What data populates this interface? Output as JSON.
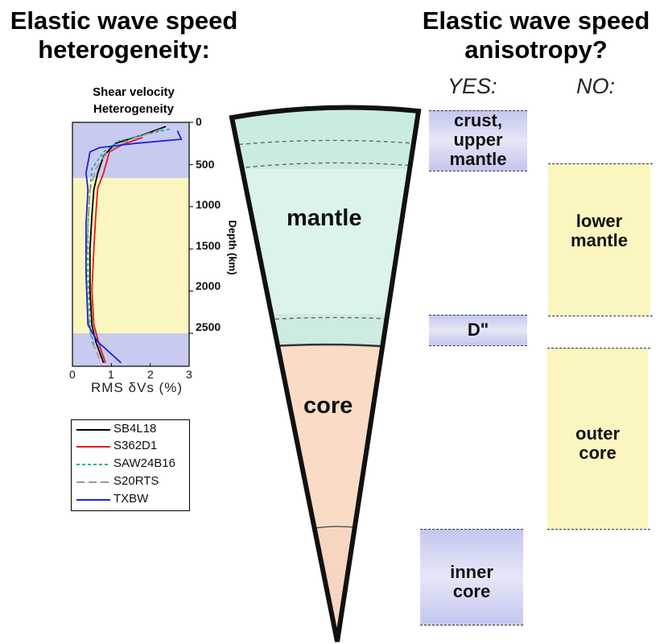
{
  "left_title": [
    "Elastic wave speed",
    "heterogeneity:"
  ],
  "right_title": [
    "Elastic wave speed",
    "anisotropy?"
  ],
  "yes_label": "YES:",
  "no_label": "NO:",
  "plot": {
    "title": [
      "Shear velocity",
      "Heterogeneity"
    ],
    "ylabel": "Depth (km)",
    "xlabel": "RMS δVs (%)",
    "y_ticks": [
      "0",
      "500",
      "1000",
      "1500",
      "2000",
      "2500"
    ],
    "x_ticks": [
      "0",
      "1",
      "2",
      "3"
    ]
  },
  "chart_data": {
    "type": "line",
    "title": "Shear velocity Heterogeneity",
    "xlabel": "RMS δVs (%)",
    "ylabel": "Depth (km)",
    "xlim": [
      0,
      3
    ],
    "ylim": [
      0,
      2891
    ],
    "y_inverted": true,
    "series": [
      {
        "name": "SB4L18",
        "color": "#000000",
        "dash": "",
        "points": [
          [
            2.4,
            50
          ],
          [
            1.8,
            150
          ],
          [
            1.1,
            250
          ],
          [
            0.8,
            400
          ],
          [
            0.65,
            600
          ],
          [
            0.55,
            800
          ],
          [
            0.5,
            1100
          ],
          [
            0.45,
            1500
          ],
          [
            0.45,
            2000
          ],
          [
            0.5,
            2400
          ],
          [
            0.6,
            2600
          ],
          [
            0.8,
            2850
          ]
        ]
      },
      {
        "name": "S362D1",
        "color": "#e31a1c",
        "dash": "",
        "points": [
          [
            1.8,
            180
          ],
          [
            1.3,
            260
          ],
          [
            0.95,
            350
          ],
          [
            0.8,
            600
          ],
          [
            0.65,
            780
          ],
          [
            0.6,
            1100
          ],
          [
            0.55,
            1500
          ],
          [
            0.5,
            2000
          ],
          [
            0.55,
            2400
          ],
          [
            0.7,
            2650
          ],
          [
            0.85,
            2850
          ]
        ]
      },
      {
        "name": "SAW24B16",
        "color": "#19b29a",
        "dash": "4,3",
        "points": [
          [
            2.5,
            80
          ],
          [
            2.0,
            130
          ],
          [
            1.2,
            220
          ],
          [
            0.8,
            350
          ],
          [
            0.5,
            550
          ],
          [
            0.45,
            800
          ],
          [
            0.4,
            1200
          ],
          [
            0.4,
            1800
          ],
          [
            0.45,
            2400
          ],
          [
            0.55,
            2650
          ]
        ]
      },
      {
        "name": "S20RTS",
        "color": "#999999",
        "dash": "10,5",
        "points": [
          [
            2.3,
            80
          ],
          [
            1.5,
            200
          ],
          [
            0.9,
            350
          ],
          [
            0.6,
            550
          ],
          [
            0.45,
            800
          ],
          [
            0.4,
            1200
          ],
          [
            0.35,
            1700
          ],
          [
            0.4,
            2300
          ],
          [
            0.5,
            2600
          ],
          [
            0.7,
            2800
          ]
        ]
      },
      {
        "name": "TXBW",
        "color": "#1f23d6",
        "dash": "",
        "points": [
          [
            2.7,
            100
          ],
          [
            2.8,
            200
          ],
          [
            1.6,
            250
          ],
          [
            0.7,
            300
          ],
          [
            0.45,
            350
          ],
          [
            0.35,
            600
          ],
          [
            0.4,
            800
          ],
          [
            0.35,
            1200
          ],
          [
            0.35,
            1800
          ],
          [
            0.4,
            2400
          ],
          [
            0.65,
            2600
          ],
          [
            1.25,
            2850
          ]
        ]
      }
    ],
    "shaded_bands": [
      {
        "color": "#c8cbef",
        "from": 0,
        "to": 660
      },
      {
        "color": "#fbf6c0",
        "from": 660,
        "to": 2500
      },
      {
        "color": "#c8cbef",
        "from": 2500,
        "to": 2891
      }
    ]
  },
  "earth": {
    "mantle": "mantle",
    "core": "core"
  },
  "yes_regions": [
    {
      "lines": [
        "crust,",
        "upper",
        "mantle"
      ]
    },
    {
      "lines": [
        "D\""
      ]
    },
    {
      "lines": [
        "inner",
        "core"
      ]
    }
  ],
  "no_regions": [
    {
      "lines": [
        "lower",
        "mantle"
      ]
    },
    {
      "lines": [
        "outer",
        "core"
      ]
    }
  ]
}
